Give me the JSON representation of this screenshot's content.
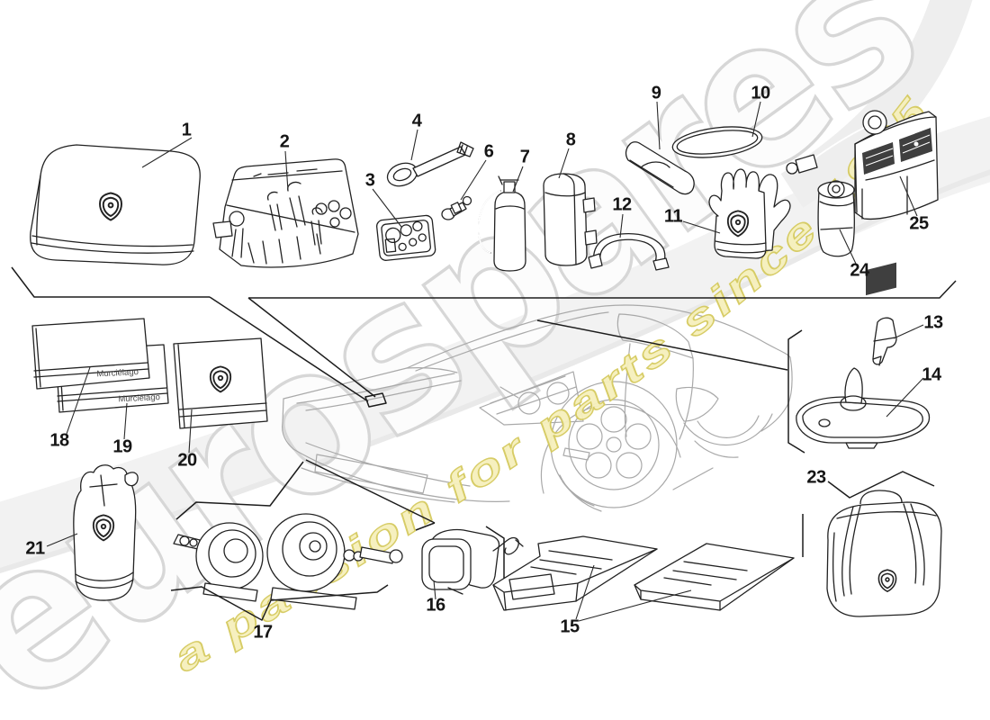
{
  "watermark": {
    "brand": "eurospares",
    "tagline": "a passion for parts since 1985",
    "brand_fill": "#fcfcfc",
    "brand_stroke": "#d7d7d7",
    "tagline_fill": "#f6f0bc",
    "tagline_stroke": "#d5ca5e"
  },
  "manuals": {
    "cover_text": "Murciélago"
  },
  "colors": {
    "paper": "#ffffff",
    "item_line": "#222222",
    "car_line": "#a9a9a9",
    "label_text": "#151515"
  },
  "callouts": {
    "c1": "1",
    "c2": "2",
    "c3": "3",
    "c4": "4",
    "c6": "6",
    "c7": "7",
    "c8": "8",
    "c9": "9",
    "c10": "10",
    "c11": "11",
    "c12": "12",
    "c13": "13",
    "c14": "14",
    "c15": "15",
    "c16": "16",
    "c17": "17",
    "c18": "18",
    "c19": "19",
    "c20": "20",
    "c21": "21",
    "c23": "23",
    "c24": "24",
    "c25": "25"
  }
}
